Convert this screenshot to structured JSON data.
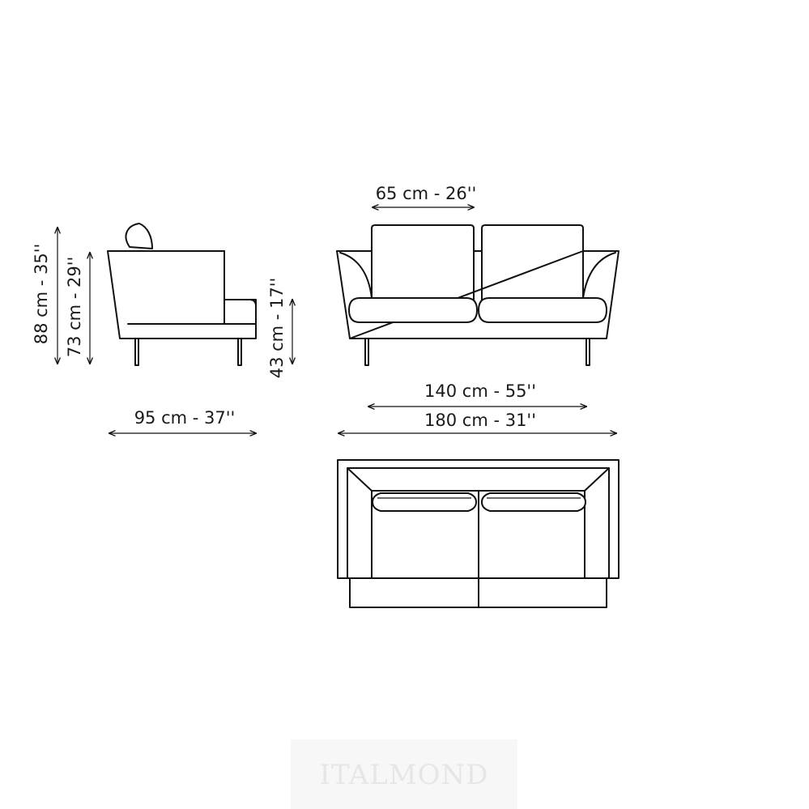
{
  "dimensions": {
    "side_height_total": "88 cm - 35''",
    "side_height_back": "73 cm - 29''",
    "side_seat_height": "43 cm - 17''",
    "side_depth": "95 cm - 37''",
    "front_cushion_width": "65 cm - 26''",
    "front_inner_width": "140 cm - 55''",
    "front_total_width": "180 cm - 31''"
  },
  "watermark": "ITALMOND",
  "colors": {
    "line": "#111111",
    "watermark_bg": "#f7f7f7",
    "watermark_text": "#e6e6e6"
  }
}
